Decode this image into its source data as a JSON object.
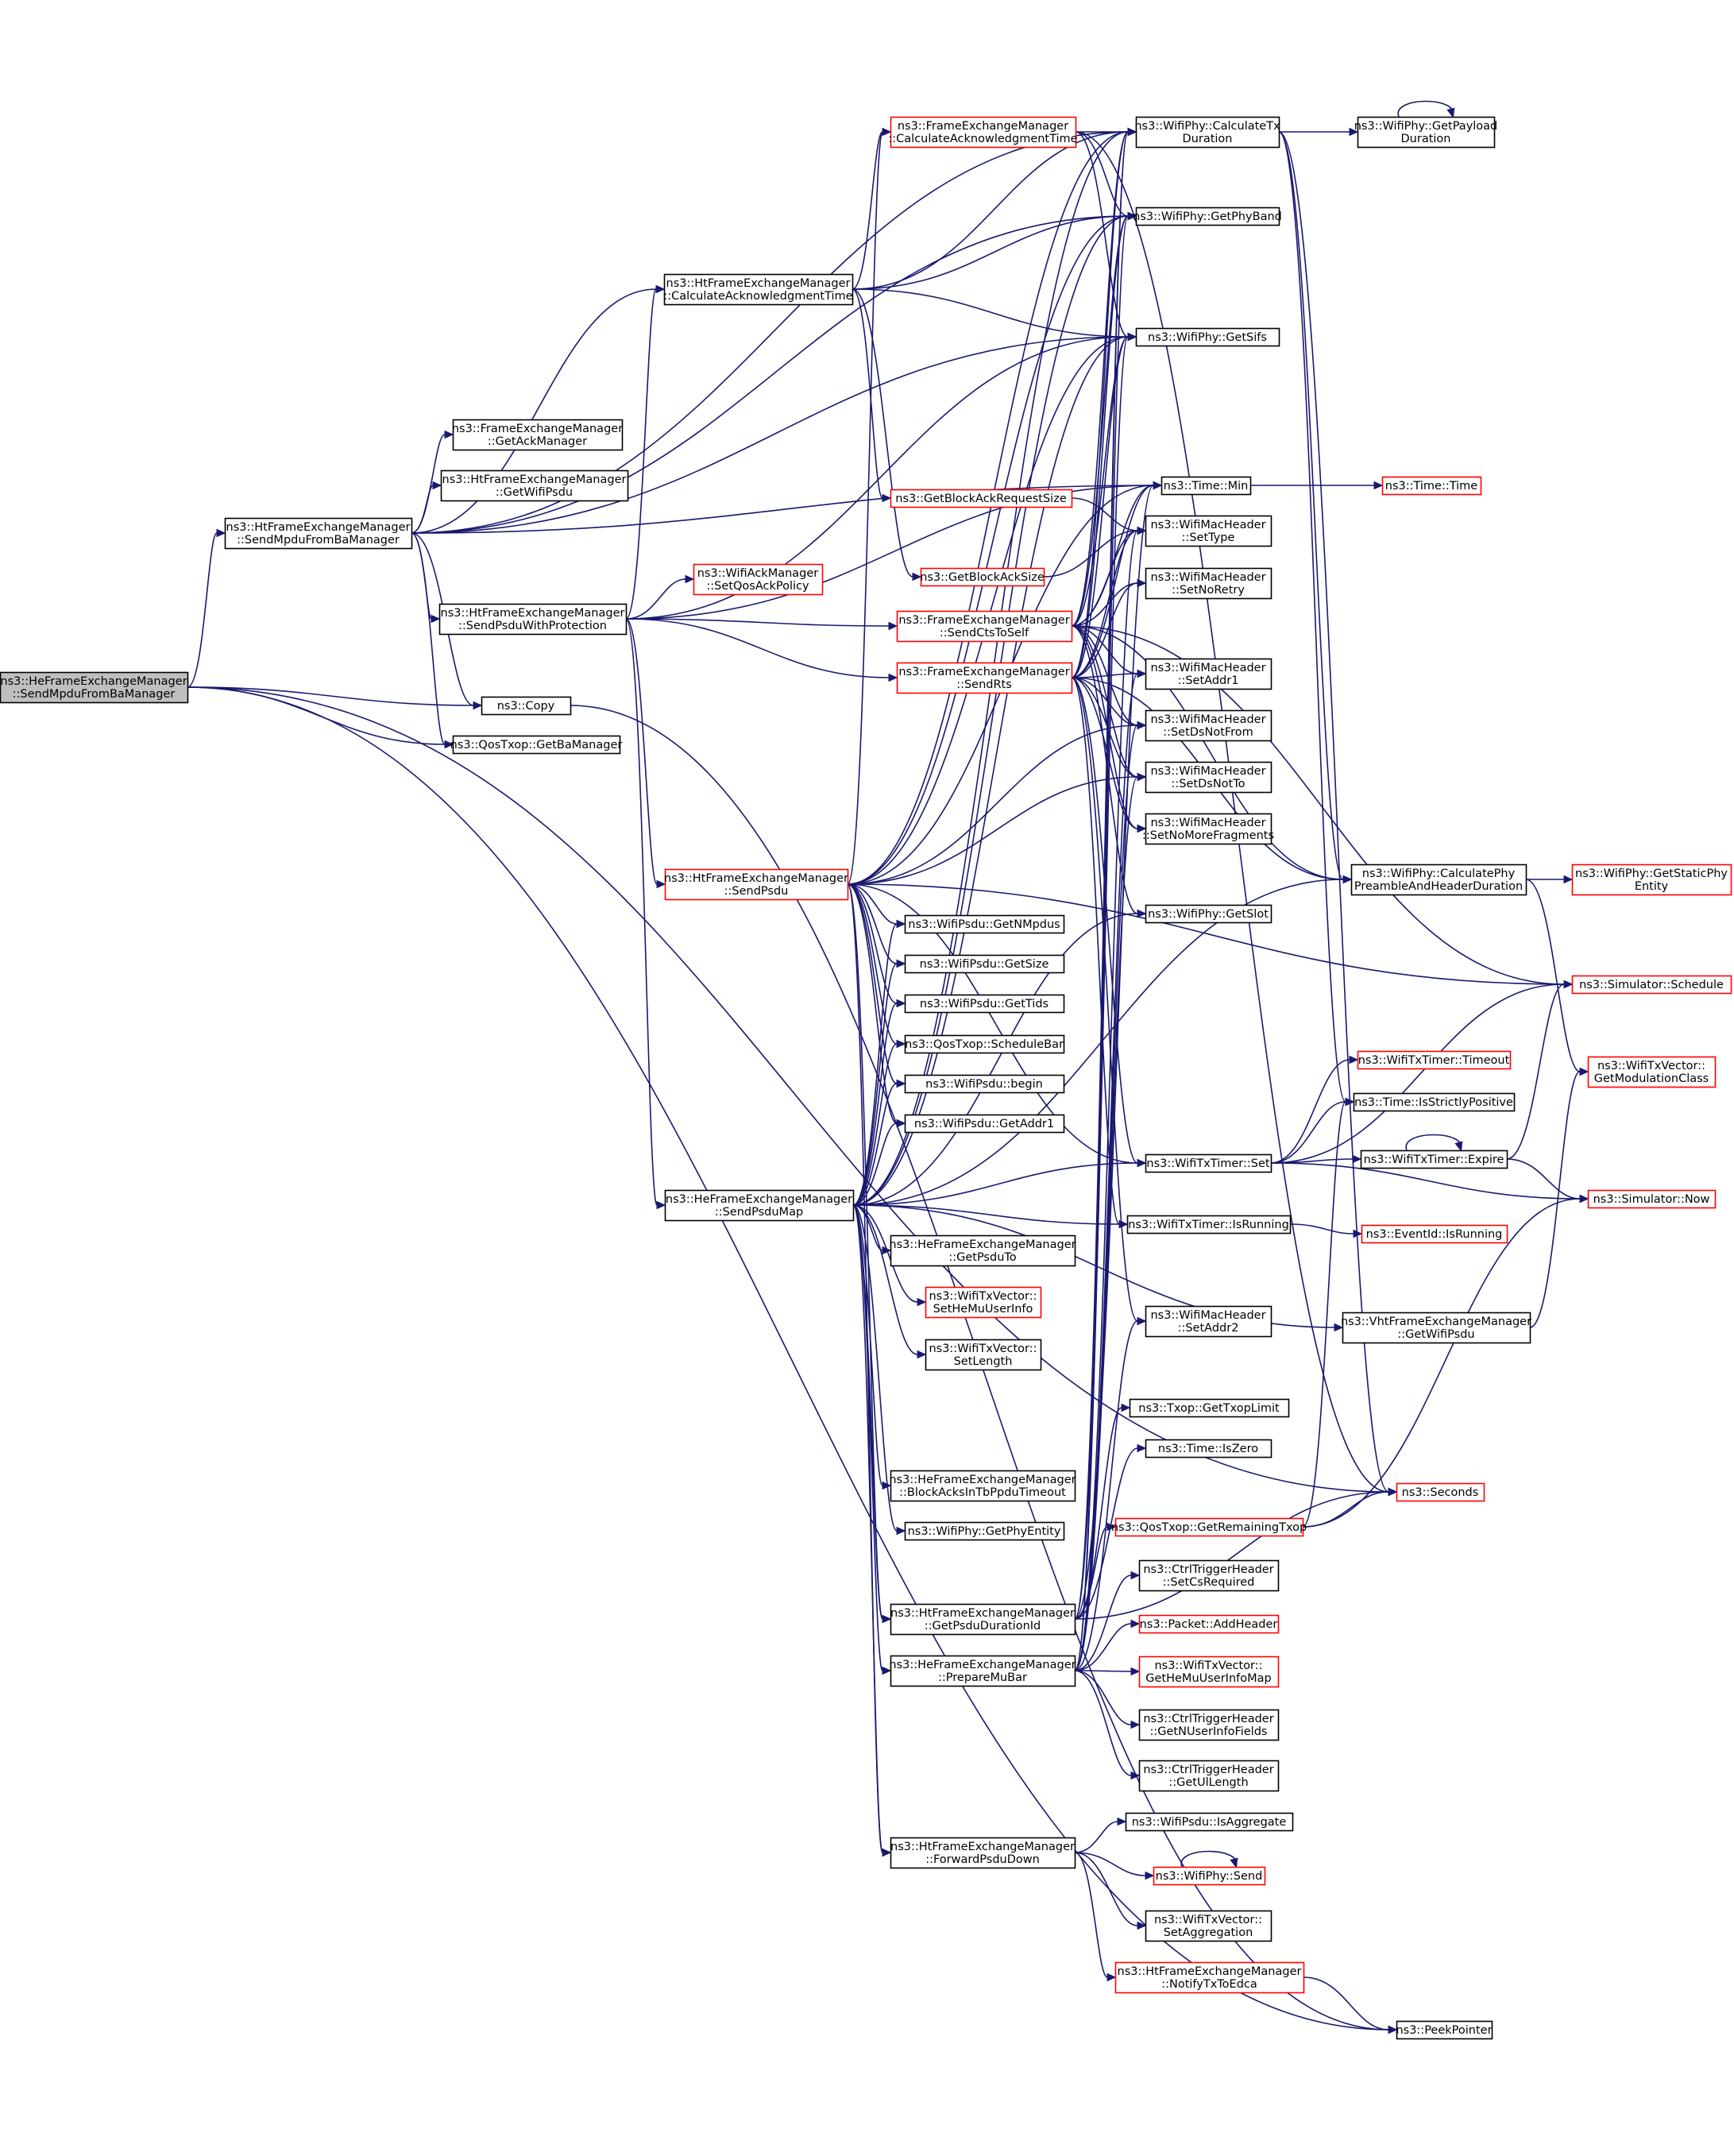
{
  "graph": {
    "colors": {
      "edge": "#191970",
      "node_border": "#000000",
      "truncated_node_border": "#ff0000",
      "root_fill": "#bfbfbf"
    },
    "nodes": [
      {
        "id": "root",
        "lines": [
          "ns3::HeFrameExchangeManager",
          "::SendMpduFromBaManager"
        ],
        "root": true
      },
      {
        "id": "htSendMpduFromBa",
        "lines": [
          "ns3::HtFrameExchangeManager",
          "::SendMpduFromBaManager"
        ]
      },
      {
        "id": "htSendPsduWithProt",
        "lines": [
          "ns3::HtFrameExchangeManager",
          "::SendPsduWithProtection"
        ]
      },
      {
        "id": "copy",
        "lines": [
          "ns3::Copy"
        ]
      },
      {
        "id": "getBaManager",
        "lines": [
          "ns3::QosTxop::GetBaManager"
        ]
      },
      {
        "id": "htCalcAck",
        "lines": [
          "ns3::HtFrameExchangeManager",
          "::CalculateAcknowledgmentTime"
        ]
      },
      {
        "id": "getAckManager",
        "lines": [
          "ns3::FrameExchangeManager",
          "::GetAckManager"
        ]
      },
      {
        "id": "htGetWifiPsdu",
        "lines": [
          "ns3::HtFrameExchangeManager",
          "::GetWifiPsdu"
        ]
      },
      {
        "id": "setQosAckPolicy",
        "lines": [
          "ns3::WifiAckManager",
          "::SetQosAckPolicy"
        ],
        "truncated": true
      },
      {
        "id": "htSendPsdu",
        "lines": [
          "ns3::HtFrameExchangeManager",
          "::SendPsdu"
        ],
        "truncated": true
      },
      {
        "id": "heSendPsduMap",
        "lines": [
          "ns3::HeFrameExchangeManager",
          "::SendPsduMap"
        ]
      },
      {
        "id": "fmCalcAck",
        "lines": [
          "ns3::FrameExchangeManager",
          "::CalculateAcknowledgmentTime"
        ],
        "truncated": true
      },
      {
        "id": "getBlockAckReqSize",
        "lines": [
          "ns3::GetBlockAckRequestSize"
        ],
        "truncated": true
      },
      {
        "id": "getBlockAckSize",
        "lines": [
          "ns3::GetBlockAckSize"
        ],
        "truncated": true
      },
      {
        "id": "sendCtsToSelf",
        "lines": [
          "ns3::FrameExchangeManager",
          "::SendCtsToSelf"
        ],
        "truncated": true
      },
      {
        "id": "sendRts",
        "lines": [
          "ns3::FrameExchangeManager",
          "::SendRts"
        ],
        "truncated": true
      },
      {
        "id": "getNMpdus",
        "lines": [
          "ns3::WifiPsdu::GetNMpdus"
        ]
      },
      {
        "id": "psduGetSize",
        "lines": [
          "ns3::WifiPsdu::GetSize"
        ]
      },
      {
        "id": "getTids",
        "lines": [
          "ns3::WifiPsdu::GetTids"
        ]
      },
      {
        "id": "scheduleBar",
        "lines": [
          "ns3::QosTxop::ScheduleBar"
        ]
      },
      {
        "id": "psduBegin",
        "lines": [
          "ns3::WifiPsdu::begin"
        ]
      },
      {
        "id": "getAddr1",
        "lines": [
          "ns3::WifiPsdu::GetAddr1"
        ]
      },
      {
        "id": "getPsduTo",
        "lines": [
          "ns3::HeFrameExchangeManager",
          "::GetPsduTo"
        ]
      },
      {
        "id": "setHeMuUserInfo",
        "lines": [
          "ns3::WifiTxVector::",
          "SetHeMuUserInfo"
        ],
        "truncated": true
      },
      {
        "id": "setLength",
        "lines": [
          "ns3::WifiTxVector::",
          "SetLength"
        ]
      },
      {
        "id": "blockAcksTimeout",
        "lines": [
          "ns3::HeFrameExchangeManager",
          "::BlockAcksInTbPpduTimeout"
        ]
      },
      {
        "id": "getPhyEntity",
        "lines": [
          "ns3::WifiPhy::GetPhyEntity"
        ]
      },
      {
        "id": "getPsduDurationId",
        "lines": [
          "ns3::HtFrameExchangeManager",
          "::GetPsduDurationId"
        ]
      },
      {
        "id": "prepareMuBar",
        "lines": [
          "ns3::HeFrameExchangeManager",
          "::PrepareMuBar"
        ]
      },
      {
        "id": "forwardPsduDown",
        "lines": [
          "ns3::HtFrameExchangeManager",
          "::ForwardPsduDown"
        ]
      },
      {
        "id": "calcTxDuration",
        "lines": [
          "ns3::WifiPhy::CalculateTx",
          "Duration"
        ]
      },
      {
        "id": "getPhyBand",
        "lines": [
          "ns3::WifiPhy::GetPhyBand"
        ]
      },
      {
        "id": "getSifs",
        "lines": [
          "ns3::WifiPhy::GetSifs"
        ]
      },
      {
        "id": "timeMin",
        "lines": [
          "ns3::Time::Min"
        ]
      },
      {
        "id": "setType",
        "lines": [
          "ns3::WifiMacHeader",
          "::SetType"
        ]
      },
      {
        "id": "setNoRetry",
        "lines": [
          "ns3::WifiMacHeader",
          "::SetNoRetry"
        ]
      },
      {
        "id": "setAddr1",
        "lines": [
          "ns3::WifiMacHeader",
          "::SetAddr1"
        ]
      },
      {
        "id": "setDsNotFrom",
        "lines": [
          "ns3::WifiMacHeader",
          "::SetDsNotFrom"
        ]
      },
      {
        "id": "setDsNotTo",
        "lines": [
          "ns3::WifiMacHeader",
          "::SetDsNotTo"
        ]
      },
      {
        "id": "setNoMoreFrag",
        "lines": [
          "ns3::WifiMacHeader",
          "::SetNoMoreFragments"
        ]
      },
      {
        "id": "getSlot",
        "lines": [
          "ns3::WifiPhy::GetSlot"
        ]
      },
      {
        "id": "txTimerSet",
        "lines": [
          "ns3::WifiTxTimer::Set"
        ]
      },
      {
        "id": "txTimerIsRunning",
        "lines": [
          "ns3::WifiTxTimer::IsRunning"
        ]
      },
      {
        "id": "setAddr2",
        "lines": [
          "ns3::WifiMacHeader",
          "::SetAddr2"
        ]
      },
      {
        "id": "getTxopLimit",
        "lines": [
          "ns3::Txop::GetTxopLimit"
        ]
      },
      {
        "id": "timeIsZero",
        "lines": [
          "ns3::Time::IsZero"
        ]
      },
      {
        "id": "getRemainingTxop",
        "lines": [
          "ns3::QosTxop::GetRemainingTxop"
        ],
        "truncated": true
      },
      {
        "id": "setCsRequired",
        "lines": [
          "ns3::CtrlTriggerHeader",
          "::SetCsRequired"
        ]
      },
      {
        "id": "addHeader",
        "lines": [
          "ns3::Packet::AddHeader"
        ],
        "truncated": true
      },
      {
        "id": "getHeMuUserInfoMap",
        "lines": [
          "ns3::WifiTxVector::",
          "GetHeMuUserInfoMap"
        ],
        "truncated": true
      },
      {
        "id": "getNUserInfoFields",
        "lines": [
          "ns3::CtrlTriggerHeader",
          "::GetNUserInfoFields"
        ]
      },
      {
        "id": "getUlLength",
        "lines": [
          "ns3::CtrlTriggerHeader",
          "::GetUlLength"
        ]
      },
      {
        "id": "isAggregate",
        "lines": [
          "ns3::WifiPsdu::IsAggregate"
        ]
      },
      {
        "id": "phySend",
        "lines": [
          "ns3::WifiPhy::Send"
        ],
        "truncated": true
      },
      {
        "id": "setAggregation",
        "lines": [
          "ns3::WifiTxVector::",
          "SetAggregation"
        ]
      },
      {
        "id": "notifyTxToEdca",
        "lines": [
          "ns3::HtFrameExchangeManager",
          "::NotifyTxToEdca"
        ],
        "truncated": true
      },
      {
        "id": "vhtGetWifiPsdu",
        "lines": [
          "ns3::VhtFrameExchangeManager",
          "::GetWifiPsdu"
        ]
      },
      {
        "id": "getPayloadDuration",
        "lines": [
          "ns3::WifiPhy::GetPayload",
          "Duration"
        ]
      },
      {
        "id": "timeTime",
        "lines": [
          "ns3::Time::Time"
        ],
        "truncated": true
      },
      {
        "id": "calcPhyPreamble",
        "lines": [
          "ns3::WifiPhy::CalculatePhy",
          "PreambleAndHeaderDuration"
        ]
      },
      {
        "id": "getStaticPhyEntity",
        "lines": [
          "ns3::WifiPhy::GetStaticPhy",
          "Entity"
        ],
        "truncated": true
      },
      {
        "id": "simSchedule",
        "lines": [
          "ns3::Simulator::Schedule"
        ],
        "truncated": true
      },
      {
        "id": "txTimerTimeout",
        "lines": [
          "ns3::WifiTxTimer::Timeout"
        ],
        "truncated": true
      },
      {
        "id": "getModulationClass",
        "lines": [
          "ns3::WifiTxVector::",
          "GetModulationClass"
        ],
        "truncated": true
      },
      {
        "id": "isStrictlyPositive",
        "lines": [
          "ns3::Time::IsStrictlyPositive"
        ]
      },
      {
        "id": "txTimerExpire",
        "lines": [
          "ns3::WifiTxTimer::Expire"
        ]
      },
      {
        "id": "simNow",
        "lines": [
          "ns3::Simulator::Now"
        ],
        "truncated": true
      },
      {
        "id": "eventIsRunning",
        "lines": [
          "ns3::EventId::IsRunning"
        ],
        "truncated": true
      },
      {
        "id": "seconds",
        "lines": [
          "ns3::Seconds"
        ],
        "truncated": true
      },
      {
        "id": "peekPointer",
        "lines": [
          "ns3::PeekPointer"
        ]
      }
    ],
    "edges": [
      [
        "root",
        "htSendMpduFromBa"
      ],
      [
        "root",
        "copy"
      ],
      [
        "root",
        "getBaManager"
      ],
      [
        "root",
        "peekPointer"
      ],
      [
        "root",
        "seconds"
      ],
      [
        "htSendMpduFromBa",
        "htCalcAck"
      ],
      [
        "htSendMpduFromBa",
        "calcTxDuration"
      ],
      [
        "htSendMpduFromBa",
        "copy"
      ],
      [
        "htSendMpduFromBa",
        "getAckManager"
      ],
      [
        "htSendMpduFromBa",
        "htGetWifiPsdu"
      ],
      [
        "htSendMpduFromBa",
        "getBaManager"
      ],
      [
        "htSendMpduFromBa",
        "getPhyBand"
      ],
      [
        "htSendMpduFromBa",
        "getSifs"
      ],
      [
        "htSendMpduFromBa",
        "timeMin"
      ],
      [
        "htSendMpduFromBa",
        "htSendPsduWithProt"
      ],
      [
        "htSendPsduWithProt",
        "htCalcAck"
      ],
      [
        "htSendPsduWithProt",
        "getSifs"
      ],
      [
        "htSendPsduWithProt",
        "timeMin"
      ],
      [
        "htSendPsduWithProt",
        "setQosAckPolicy"
      ],
      [
        "htSendPsduWithProt",
        "sendCtsToSelf"
      ],
      [
        "htSendPsduWithProt",
        "sendRts"
      ],
      [
        "htSendPsduWithProt",
        "htSendPsdu"
      ],
      [
        "htSendPsduWithProt",
        "heSendPsduMap"
      ],
      [
        "htCalcAck",
        "calcTxDuration"
      ],
      [
        "htCalcAck",
        "getPhyBand"
      ],
      [
        "htCalcAck",
        "getSifs"
      ],
      [
        "htCalcAck",
        "fmCalcAck"
      ],
      [
        "htCalcAck",
        "getBlockAckReqSize"
      ],
      [
        "htCalcAck",
        "getBlockAckSize"
      ],
      [
        "fmCalcAck",
        "calcTxDuration"
      ],
      [
        "fmCalcAck",
        "getPhyBand"
      ],
      [
        "fmCalcAck",
        "getSifs"
      ],
      [
        "fmCalcAck",
        "seconds"
      ],
      [
        "getBlockAckReqSize",
        "setType"
      ],
      [
        "getBlockAckSize",
        "setType"
      ],
      [
        "sendCtsToSelf",
        "calcTxDuration"
      ],
      [
        "sendCtsToSelf",
        "getPhyBand"
      ],
      [
        "sendCtsToSelf",
        "getSifs"
      ],
      [
        "sendCtsToSelf",
        "timeMin"
      ],
      [
        "sendCtsToSelf",
        "setType"
      ],
      [
        "sendCtsToSelf",
        "setNoRetry"
      ],
      [
        "sendCtsToSelf",
        "setAddr1"
      ],
      [
        "sendCtsToSelf",
        "setDsNotFrom"
      ],
      [
        "sendCtsToSelf",
        "setDsNotTo"
      ],
      [
        "sendCtsToSelf",
        "setNoMoreFrag"
      ],
      [
        "sendCtsToSelf",
        "calcPhyPreamble"
      ],
      [
        "sendCtsToSelf",
        "getSlot"
      ],
      [
        "sendCtsToSelf",
        "simSchedule"
      ],
      [
        "sendRts",
        "calcTxDuration"
      ],
      [
        "sendRts",
        "getPhyBand"
      ],
      [
        "sendRts",
        "getSifs"
      ],
      [
        "sendRts",
        "timeMin"
      ],
      [
        "sendRts",
        "setType"
      ],
      [
        "sendRts",
        "setNoRetry"
      ],
      [
        "sendRts",
        "setAddr1"
      ],
      [
        "sendRts",
        "setDsNotFrom"
      ],
      [
        "sendRts",
        "setDsNotTo"
      ],
      [
        "sendRts",
        "setNoMoreFrag"
      ],
      [
        "sendRts",
        "calcPhyPreamble"
      ],
      [
        "sendRts",
        "txTimerSet"
      ],
      [
        "sendRts",
        "txTimerIsRunning"
      ],
      [
        "sendRts",
        "setAddr2"
      ],
      [
        "htSendPsdu",
        "calcTxDuration"
      ],
      [
        "htSendPsdu",
        "getPhyBand"
      ],
      [
        "htSendPsdu",
        "getSifs"
      ],
      [
        "htSendPsdu",
        "timeMin"
      ],
      [
        "htSendPsdu",
        "fmCalcAck"
      ],
      [
        "htSendPsdu",
        "getNMpdus"
      ],
      [
        "htSendPsdu",
        "psduGetSize"
      ],
      [
        "htSendPsdu",
        "getTids"
      ],
      [
        "htSendPsdu",
        "scheduleBar"
      ],
      [
        "htSendPsdu",
        "psduBegin"
      ],
      [
        "htSendPsdu",
        "getAddr1"
      ],
      [
        "htSendPsdu",
        "txTimerSet"
      ],
      [
        "htSendPsdu",
        "simSchedule"
      ],
      [
        "htSendPsdu",
        "getPsduDurationId"
      ],
      [
        "htSendPsdu",
        "forwardPsduDown"
      ],
      [
        "htSendPsdu",
        "setDsNotFrom"
      ],
      [
        "htSendPsdu",
        "setDsNotTo"
      ],
      [
        "heSendPsduMap",
        "getPsduTo"
      ],
      [
        "heSendPsduMap",
        "setHeMuUserInfo"
      ],
      [
        "heSendPsduMap",
        "setLength"
      ],
      [
        "heSendPsduMap",
        "blockAcksTimeout"
      ],
      [
        "heSendPsduMap",
        "getPhyEntity"
      ],
      [
        "heSendPsduMap",
        "getPsduDurationId"
      ],
      [
        "heSendPsduMap",
        "prepareMuBar"
      ],
      [
        "heSendPsduMap",
        "forwardPsduDown"
      ],
      [
        "heSendPsduMap",
        "getNMpdus"
      ],
      [
        "heSendPsduMap",
        "psduGetSize"
      ],
      [
        "heSendPsduMap",
        "getTids"
      ],
      [
        "heSendPsduMap",
        "scheduleBar"
      ],
      [
        "heSendPsduMap",
        "psduBegin"
      ],
      [
        "heSendPsduMap",
        "getAddr1"
      ],
      [
        "heSendPsduMap",
        "txTimerSet"
      ],
      [
        "heSendPsduMap",
        "txTimerIsRunning"
      ],
      [
        "heSendPsduMap",
        "vhtGetWifiPsdu"
      ],
      [
        "heSendPsduMap",
        "calcPhyPreamble"
      ],
      [
        "heSendPsduMap",
        "getSlot"
      ],
      [
        "heSendPsduMap",
        "calcTxDuration"
      ],
      [
        "heSendPsduMap",
        "getPhyBand"
      ],
      [
        "heSendPsduMap",
        "getSifs"
      ],
      [
        "getPsduDurationId",
        "calcTxDuration"
      ],
      [
        "getPsduDurationId",
        "getSifs"
      ],
      [
        "getPsduDurationId",
        "getTxopLimit"
      ],
      [
        "getPsduDurationId",
        "timeIsZero"
      ],
      [
        "getPsduDurationId",
        "getRemainingTxop"
      ],
      [
        "getPsduDurationId",
        "seconds"
      ],
      [
        "getPsduDurationId",
        "timeMin"
      ],
      [
        "prepareMuBar",
        "setCsRequired"
      ],
      [
        "prepareMuBar",
        "addHeader"
      ],
      [
        "prepareMuBar",
        "getHeMuUserInfoMap"
      ],
      [
        "prepareMuBar",
        "getNUserInfoFields"
      ],
      [
        "prepareMuBar",
        "getUlLength"
      ],
      [
        "prepareMuBar",
        "setType"
      ],
      [
        "prepareMuBar",
        "setAddr1"
      ],
      [
        "prepareMuBar",
        "setAddr2"
      ],
      [
        "prepareMuBar",
        "setDsNotFrom"
      ],
      [
        "prepareMuBar",
        "setDsNotTo"
      ],
      [
        "prepareMuBar",
        "getPhyBand"
      ],
      [
        "prepareMuBar",
        "calcTxDuration"
      ],
      [
        "forwardPsduDown",
        "isAggregate"
      ],
      [
        "forwardPsduDown",
        "phySend"
      ],
      [
        "forwardPsduDown",
        "setAggregation"
      ],
      [
        "forwardPsduDown",
        "notifyTxToEdca"
      ],
      [
        "phySend",
        "phySend"
      ],
      [
        "notifyTxToEdca",
        "peekPointer"
      ],
      [
        "getRemainingTxop",
        "seconds"
      ],
      [
        "getRemainingTxop",
        "simNow"
      ],
      [
        "getRemainingTxop",
        "isStrictlyPositive"
      ],
      [
        "calcTxDuration",
        "getPayloadDuration"
      ],
      [
        "calcTxDuration",
        "calcPhyPreamble"
      ],
      [
        "calcTxDuration",
        "isStrictlyPositive"
      ],
      [
        "calcTxDuration",
        "seconds"
      ],
      [
        "getPayloadDuration",
        "getPayloadDuration"
      ],
      [
        "timeMin",
        "timeTime"
      ],
      [
        "calcPhyPreamble",
        "getStaticPhyEntity"
      ],
      [
        "calcPhyPreamble",
        "getModulationClass"
      ],
      [
        "txTimerSet",
        "txTimerTimeout"
      ],
      [
        "txTimerSet",
        "isStrictlyPositive"
      ],
      [
        "txTimerSet",
        "txTimerExpire"
      ],
      [
        "txTimerSet",
        "simNow"
      ],
      [
        "txTimerSet",
        "simSchedule"
      ],
      [
        "txTimerExpire",
        "txTimerExpire"
      ],
      [
        "txTimerExpire",
        "simNow"
      ],
      [
        "txTimerExpire",
        "simSchedule"
      ],
      [
        "txTimerIsRunning",
        "eventIsRunning"
      ],
      [
        "vhtGetWifiPsdu",
        "getModulationClass"
      ],
      [
        "copy",
        "peekPointer"
      ]
    ]
  }
}
